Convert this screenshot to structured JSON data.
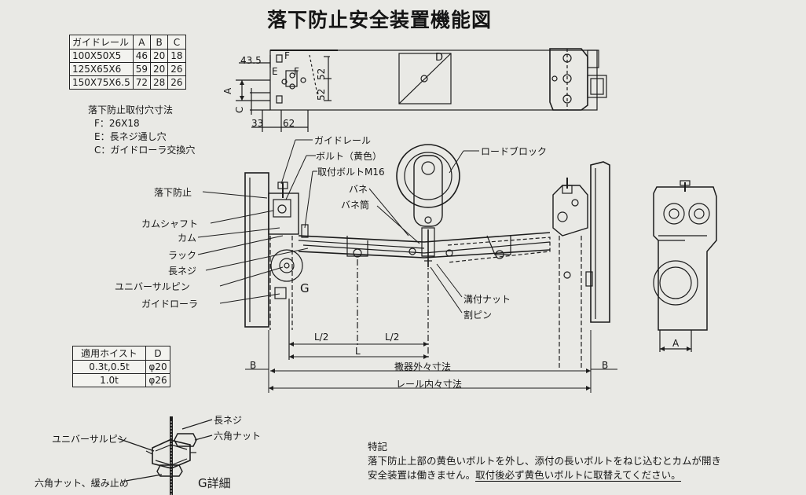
{
  "title": "落下防止安全装置機能図",
  "rail_table": {
    "headers": [
      "ガイドレール",
      "A",
      "B",
      "C"
    ],
    "rows": [
      [
        "100X50X5",
        "46",
        "20",
        "18"
      ],
      [
        "125X65X6",
        "59",
        "20",
        "26"
      ],
      [
        "150X75X6.5",
        "72",
        "28",
        "26"
      ]
    ]
  },
  "mount_holes": {
    "heading": "落下防止取付穴寸法",
    "items": [
      "F：26X18",
      "E：長ネジ通し穴",
      "C：ガイドローラ交換穴"
    ]
  },
  "top_view": {
    "dims": {
      "d43_5": "43.5",
      "d52a": "52",
      "d52b": "52",
      "d33": "33",
      "d62": "62"
    },
    "letters": {
      "A": "A",
      "C": "C",
      "E": "E",
      "F1": "F",
      "F2": "F",
      "D": "D"
    }
  },
  "labels": {
    "guide_rail": "ガイドレール",
    "bolt_yellow": "ボルト（黄色）",
    "mount_bolt": "取付ボルトM16",
    "spring": "バネ",
    "spring_tube": "バネ筒",
    "load_block": "ロードブロック",
    "fall_stop": "落下防止",
    "cam_shaft": "カムシャフト",
    "cam": "カム",
    "rack": "ラック",
    "long_screw": "長ネジ",
    "universal_pin": "ユニバーサルピン",
    "guide_roller": "ガイドローラ",
    "grooved_nut": "溝付ナット",
    "split_pin": "割ピン",
    "G": "G"
  },
  "dims_main": {
    "half1": "L/2",
    "half2": "L/2",
    "L": "L",
    "B_left": "B",
    "B_right": "B",
    "outer": "撒器外々寸法",
    "inner": "レール内々寸法"
  },
  "side_view": {
    "A": "A"
  },
  "hoist_table": {
    "headers": [
      "適用ホイスト",
      "D"
    ],
    "rows": [
      [
        "0.3t,0.5t",
        "φ20"
      ],
      [
        "1.0t",
        "φ26"
      ]
    ]
  },
  "detail": {
    "long_screw": "長ネジ",
    "hex_nut": "六角ナット",
    "universal_pin": "ユニバーサルピン",
    "hex_nut_lock": "六角ナット、緩み止め",
    "title": "G詳細"
  },
  "notes": {
    "heading": "特記",
    "line1": "落下防止上部の黄色いボルトを外し、添付の長いボルトをねじ込むとカムが開き",
    "line2a": "安全装置は働きません。",
    "line2b": "取付後必ず黄色いボルトに取替えてください。"
  }
}
